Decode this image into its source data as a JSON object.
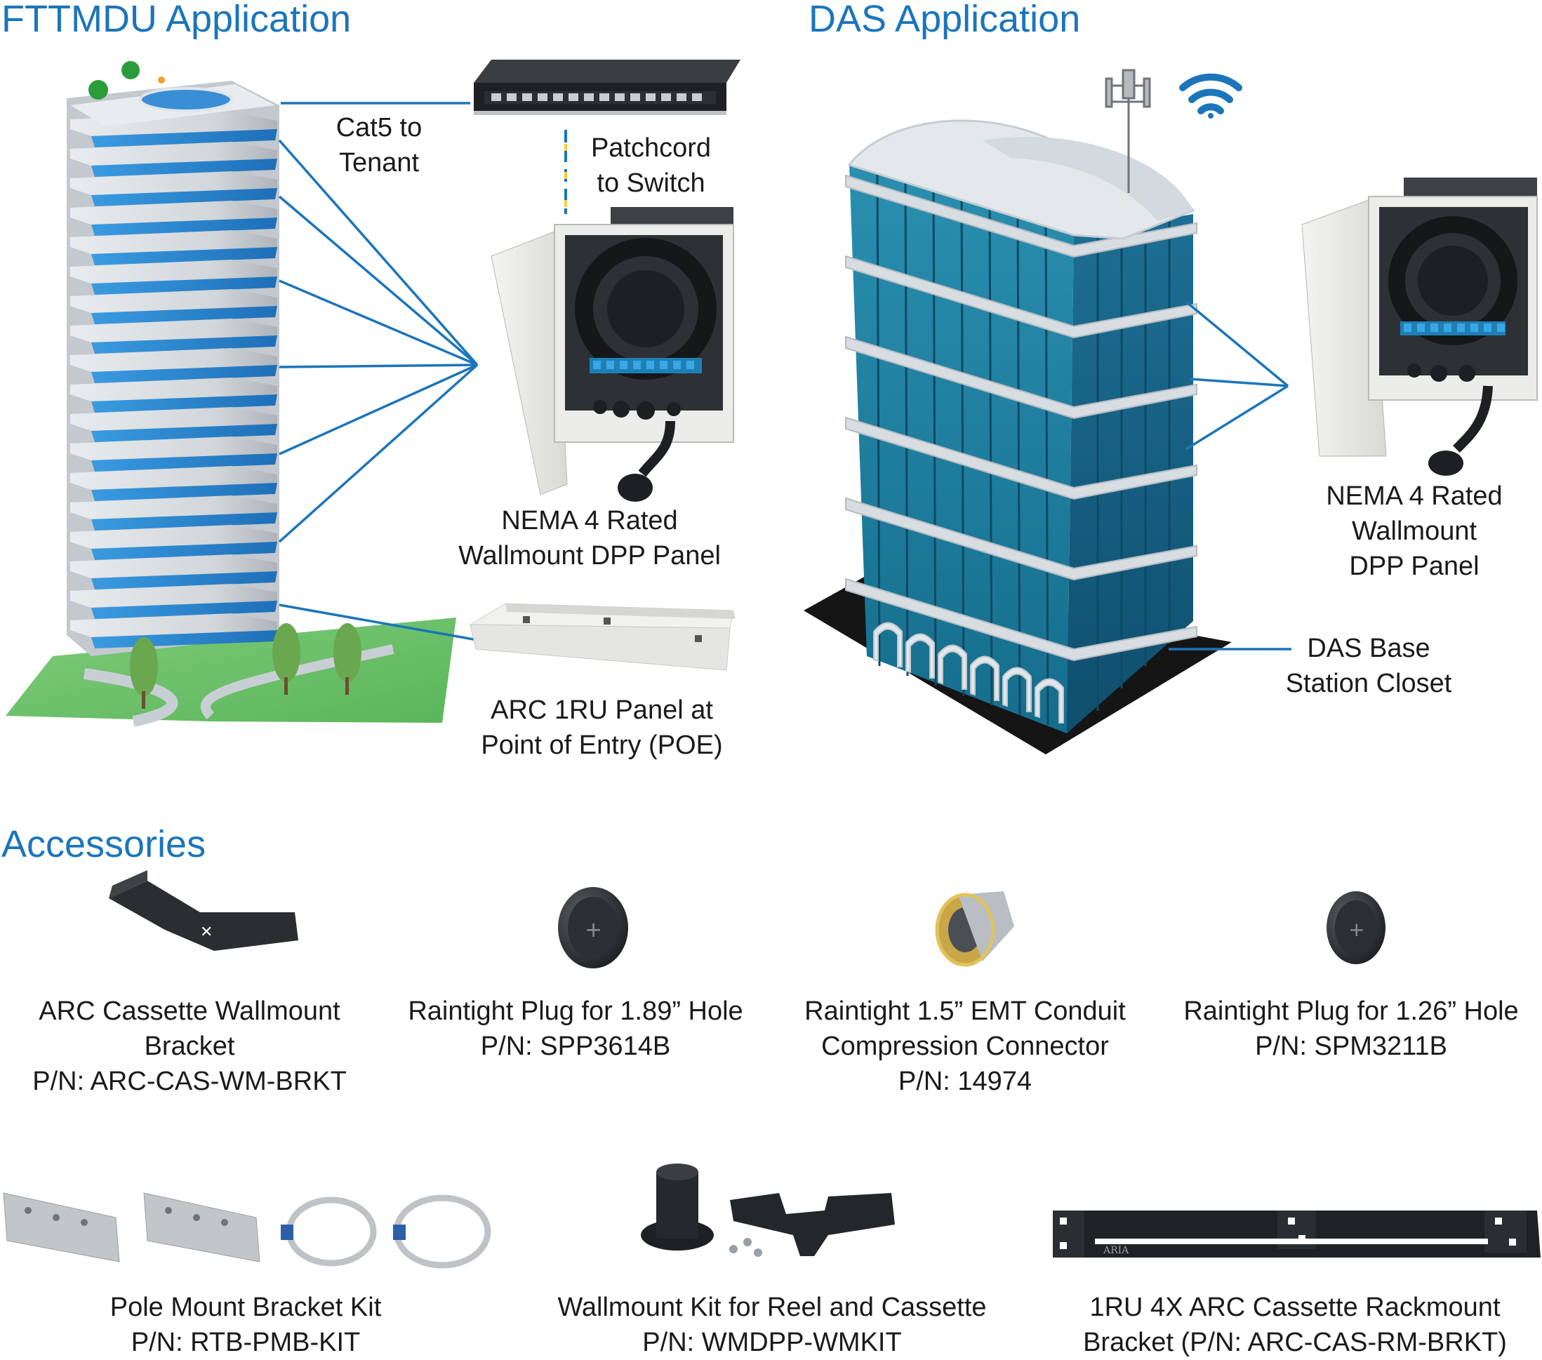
{
  "headings": {
    "fttmdu": "FTTMDU Application",
    "das": "DAS Application",
    "accessories": "Accessories"
  },
  "fttmdu": {
    "cat5": [
      "Cat5 to",
      "Tenant"
    ],
    "patchcord": [
      "Patchcord",
      "to Switch"
    ],
    "nema": [
      "NEMA 4 Rated",
      "Wallmount DPP Panel"
    ],
    "arc": [
      "ARC 1RU Panel at",
      "Point of Entry (POE)"
    ],
    "rack_brand": "ARIA"
  },
  "das": {
    "nema": [
      "NEMA 4 Rated",
      "Wallmount",
      "DPP Panel"
    ],
    "base": [
      "DAS Base",
      "Station Closet"
    ]
  },
  "accessories": [
    {
      "lines": [
        "ARC Cassette Wallmount",
        "Bracket",
        "P/N: ARC-CAS-WM-BRKT"
      ]
    },
    {
      "lines": [
        "Raintight Plug for 1.89” Hole",
        "P/N: SPP3614B"
      ]
    },
    {
      "lines": [
        "Raintight 1.5” EMT Conduit",
        "Compression Connector",
        "P/N: 14974"
      ]
    },
    {
      "lines": [
        "Raintight Plug for 1.26” Hole",
        "P/N: SPM3211B"
      ]
    },
    {
      "lines": [
        "Pole Mount Bracket Kit",
        "P/N: RTB-PMB-KIT"
      ]
    },
    {
      "lines": [
        "Wallmount Kit for Reel and Cassette",
        "P/N: WMDPP-WMKIT"
      ]
    },
    {
      "lines": [
        "1RU 4X ARC Cassette Rackmount",
        "Bracket (P/N: ARC-CAS-RM-BRKT)"
      ]
    }
  ],
  "colors": {
    "accent": "#1b75bb",
    "line": "#1b75bb",
    "glass": "#1e7fa0",
    "grass": "#6cbf69"
  },
  "icons": [
    "wifi-icon",
    "cell-tower-icon"
  ]
}
